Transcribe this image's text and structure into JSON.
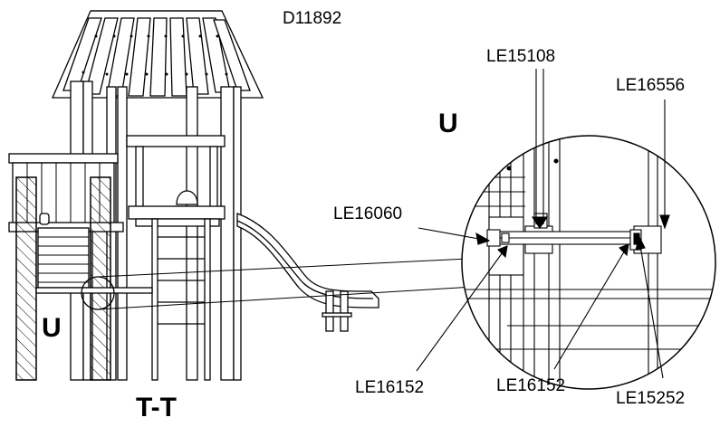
{
  "drawing": {
    "id": "D11892",
    "view_title": "T-T",
    "detail_marker": "U",
    "detail_title": "U"
  },
  "callouts": [
    {
      "key": "le15108",
      "text": "LE15108"
    },
    {
      "key": "le16556",
      "text": "LE16556"
    },
    {
      "key": "le16060",
      "text": "LE16060"
    },
    {
      "key": "le16152a",
      "text": "LE16152"
    },
    {
      "key": "le16152b",
      "text": "LE16152"
    },
    {
      "key": "le15252",
      "text": "LE15252"
    }
  ],
  "colors": {
    "line": "#000000",
    "background": "#ffffff",
    "hatch": "#000000"
  }
}
